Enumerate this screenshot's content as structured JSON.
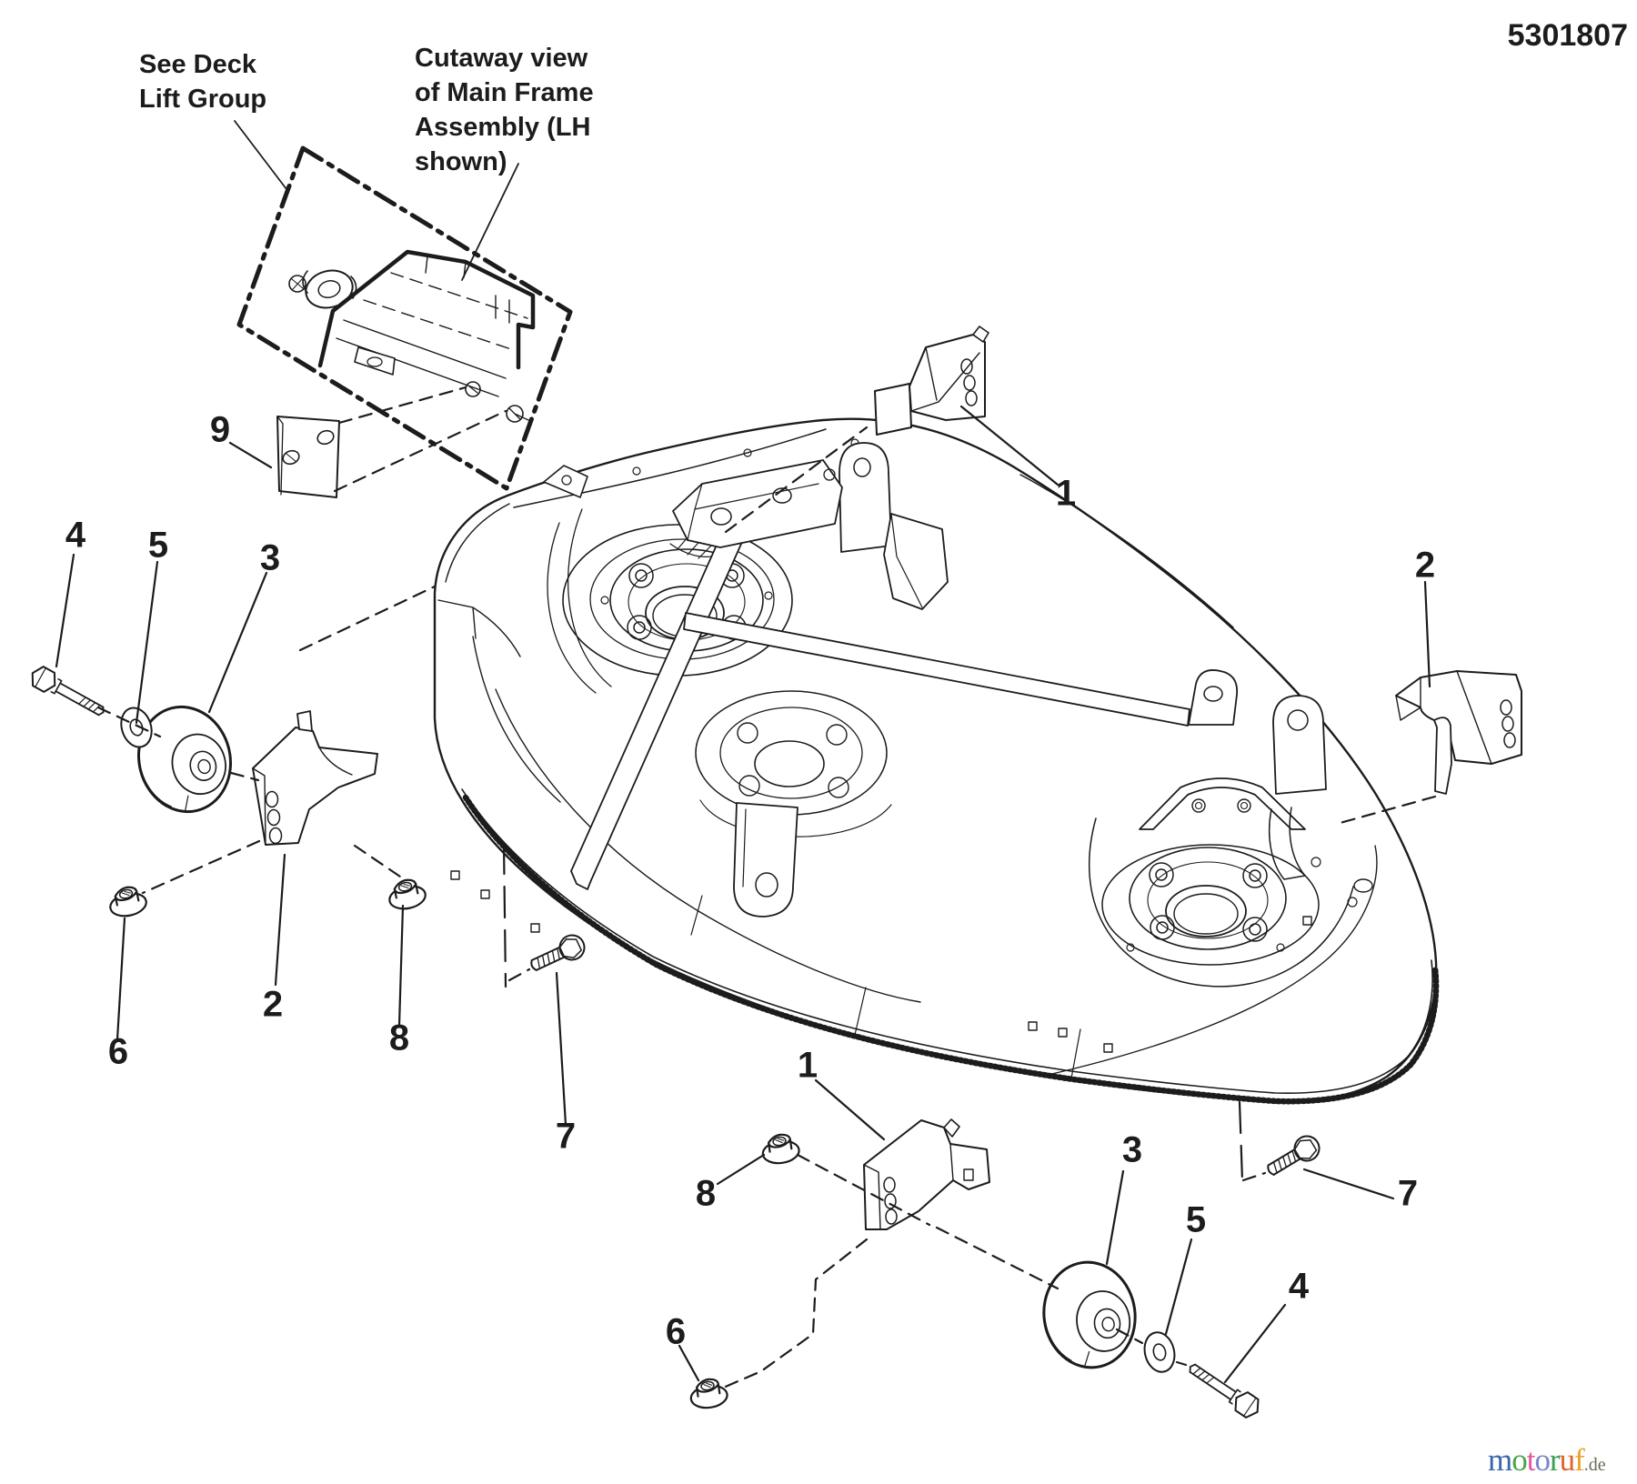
{
  "title": {
    "doc_number": "5301807"
  },
  "notes": {
    "deck_lift": "See Deck\nLift Group",
    "cutaway": "Cutaway view\nof Main Frame\nAssembly (LH shown)"
  },
  "callouts": [
    {
      "part": "9",
      "label": "9"
    },
    {
      "part": "4-left",
      "label": "4"
    },
    {
      "part": "5-left",
      "label": "5"
    },
    {
      "part": "3-left",
      "label": "3"
    },
    {
      "part": "2-left",
      "label": "2"
    },
    {
      "part": "6-left",
      "label": "6"
    },
    {
      "part": "8-left",
      "label": "8"
    },
    {
      "part": "7-left",
      "label": "7"
    },
    {
      "part": "1-top",
      "label": "1"
    },
    {
      "part": "2-right",
      "label": "2"
    },
    {
      "part": "1-bottom",
      "label": "1"
    },
    {
      "part": "8-bottom",
      "label": "8"
    },
    {
      "part": "6-bottom",
      "label": "6"
    },
    {
      "part": "3-bottom",
      "label": "3"
    },
    {
      "part": "5-bottom",
      "label": "5"
    },
    {
      "part": "7-right",
      "label": "7"
    },
    {
      "part": "4-bottom",
      "label": "4"
    }
  ],
  "watermark": {
    "letters": [
      {
        "ch": "m",
        "css": "color:#3a66ad"
      },
      {
        "ch": "o",
        "css": "color:#4aa54a"
      },
      {
        "ch": "t",
        "css": "color:#e4569f"
      },
      {
        "ch": "o",
        "css": "color:#7a86cc"
      },
      {
        "ch": "r",
        "css": "color:#3aa052"
      },
      {
        "ch": "u",
        "css": "color:#e2622b"
      },
      {
        "ch": "f",
        "css": "color:#eca224"
      }
    ],
    "suffix": ".de",
    "suffix_css": "color:#6a6a55"
  },
  "colors": {
    "ink": "#1c1c1c",
    "background": "#ffffff"
  }
}
